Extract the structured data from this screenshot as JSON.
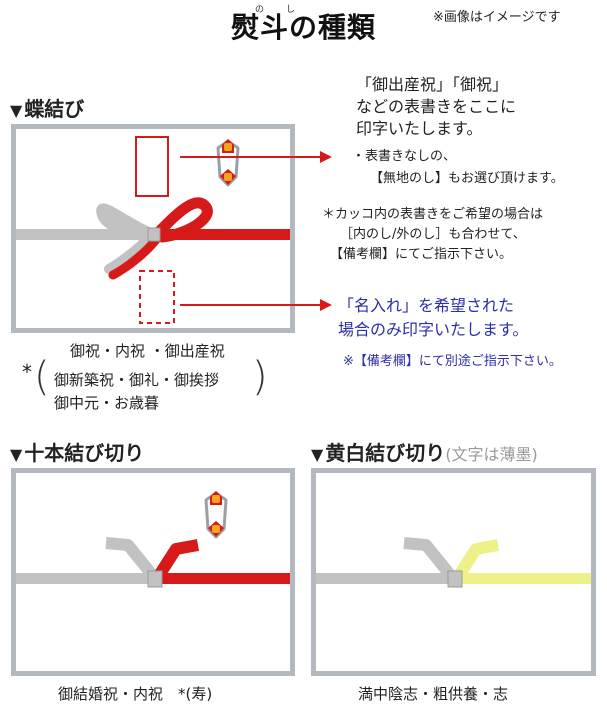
{
  "header": {
    "title": "熨斗の種類",
    "ruby_no": "の",
    "ruby_shi": "し",
    "note": "※画像はイメージです"
  },
  "chou": {
    "title": "蝶結び",
    "caption_main": "御祝・内祝 ・御出産祝",
    "star": "*",
    "caption_line1": "御新築祝・御礼・御挨拶",
    "caption_line2": "御中元・お歳暮",
    "callout1_line1": "「御出産祝」「御祝」",
    "callout1_line2": "などの表書きをここに",
    "callout1_line3": "印字いたします。",
    "callout1_sub1": "・表書きなしの、",
    "callout1_sub2": "【無地のし】もお選び頂けます。",
    "note_line1": "＊カッコ内の表書きをご希望の場合は",
    "note_line2": "［内のし/外のし］も合わせて、",
    "note_line3": "【備考欄】にてご指示下さい。",
    "callout2_line1": "「名入れ」を希望された",
    "callout2_line2": "場合のみ印字いたします。",
    "callout2_sub": "※【備考欄】にて別途ご指示下さい。"
  },
  "juppon": {
    "title": "十本結び切り",
    "caption": "御結婚祝・内祝　*(寿)"
  },
  "kihaku": {
    "title": "黄白結び切り",
    "subtitle": "(文字は薄墨)",
    "caption": "満中陰志・粗供養・志"
  },
  "colors": {
    "red": "#d61a1a",
    "silver": "#c2c2c2",
    "yellow": "#eef08a",
    "frame": "#b4b9bf",
    "blue": "#2b2fa8",
    "noshi_gold": "#f4a51c"
  }
}
